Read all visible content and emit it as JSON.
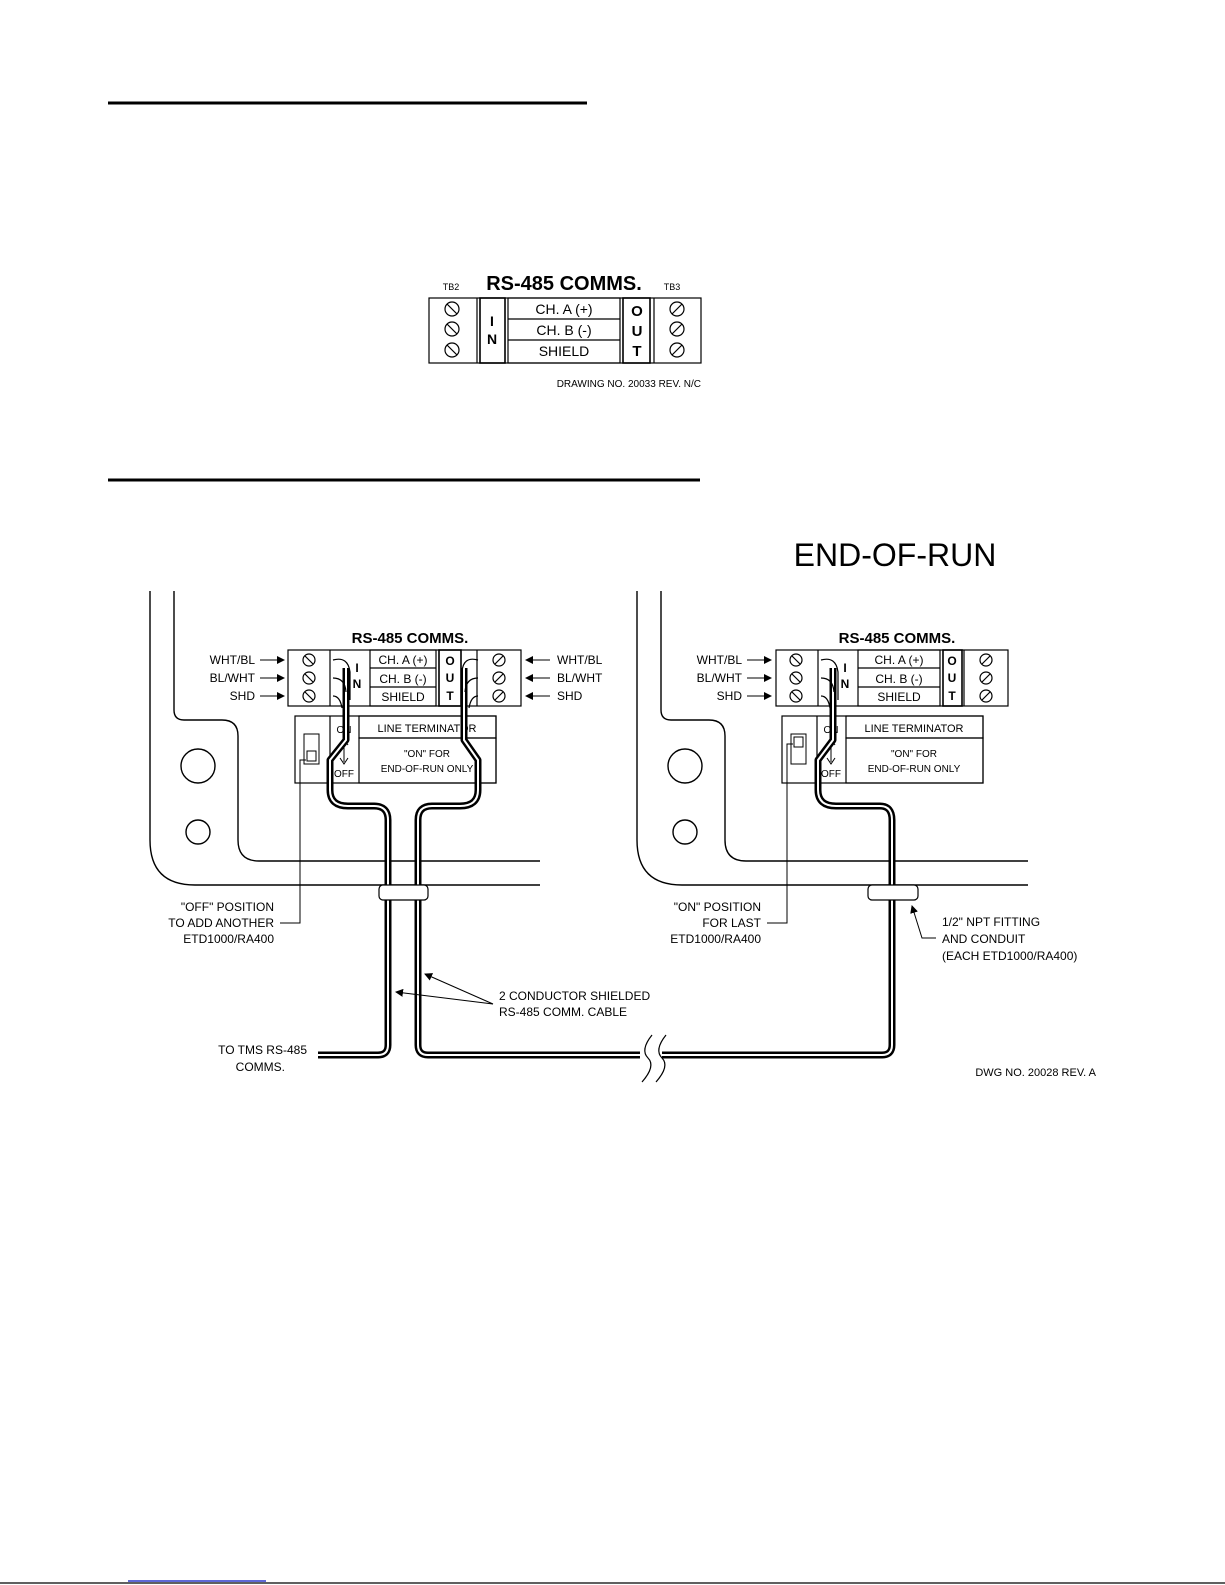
{
  "top_diagram": {
    "title": "RS-485 COMMS.",
    "tb_left": "TB2",
    "tb_right": "TB3",
    "in_letters": [
      "I",
      "N"
    ],
    "out_letters": [
      "O",
      "U",
      "T"
    ],
    "rows": [
      "CH. A (+)",
      "CH. B (-)",
      "SHIELD"
    ],
    "drawing_no": "DRAWING NO. 20033 REV. N/C"
  },
  "bottom_diagram": {
    "heading": "END-OF-RUN",
    "unit_title": "RS-485 COMMS.",
    "in_letters": [
      "I",
      "N"
    ],
    "out_letters": [
      "O",
      "U",
      "T"
    ],
    "rows": [
      "CH. A (+)",
      "CH. B (-)",
      "SHIELD"
    ],
    "left_wire_labels": [
      "WHT/BL",
      "BL/WHT",
      "SHD"
    ],
    "right_wire_labels": [
      "WHT/BL",
      "BL/WHT",
      "SHD"
    ],
    "line_terminator": "LINE TERMINATOR",
    "on_for_line1": "\"ON\" FOR",
    "on_for_line2": "END-OF-RUN ONLY",
    "switch_on": "ON",
    "switch_off": "OFF",
    "off_callout": [
      "\"OFF\" POSITION",
      "TO ADD ANOTHER",
      "ETD1000/RA400"
    ],
    "on_callout": [
      "\"ON\" POSITION",
      "FOR LAST",
      "ETD1000/RA400"
    ],
    "fitting_callout": [
      "1/2\" NPT FITTING",
      "AND CONDUIT",
      "(EACH ETD1000/RA400)"
    ],
    "cable_callout": [
      "2 CONDUCTOR SHIELDED",
      "RS-485 COMM. CABLE"
    ],
    "tms_callout": [
      "TO TMS RS-485",
      "COMMS."
    ],
    "drawing_no": "DWG NO. 20028 REV. A"
  }
}
